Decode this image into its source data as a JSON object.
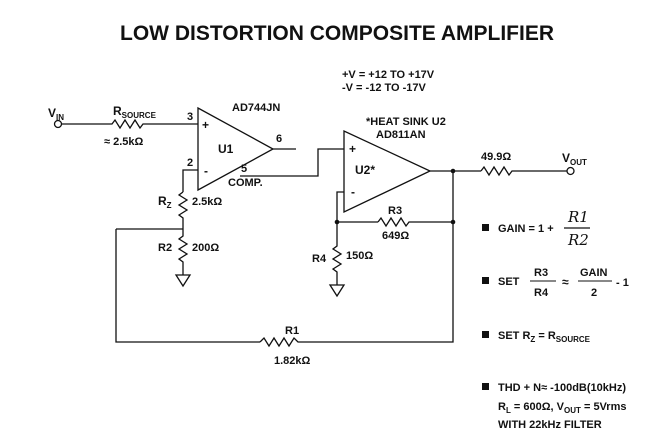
{
  "title": "LOW DISTORTION COMPOSITE AMPLIFIER",
  "supply": {
    "pos": "+V = +12 TO +17V",
    "neg": "-V = -12 TO -17V"
  },
  "input": {
    "v": "V",
    "v_sub": "IN",
    "rsource_r": "R",
    "rsource_sub": "SOURCE",
    "rsource_value": "≈ 2.5kΩ"
  },
  "u1": {
    "part": "AD744JN",
    "name": "U1",
    "pin_in_plus": "3",
    "pin_in_minus": "2",
    "pin_out": "6",
    "pin_comp": "5",
    "comp_label": "COMP.",
    "plus": "+",
    "minus": "-"
  },
  "u2": {
    "heat_sink_note": "*HEAT SINK U2",
    "part": "AD811AN",
    "name": "U2*",
    "plus": "+",
    "minus": "-"
  },
  "resistors": {
    "rz_r": "R",
    "rz_sub": "Z",
    "rz_value": "2.5kΩ",
    "r2_name": "R2",
    "r2_value": "200Ω",
    "r3_name": "R3",
    "r3_value": "649Ω",
    "r4_name": "R4",
    "r4_value": "150Ω",
    "r1_name": "R1",
    "r1_value": "1.82kΩ",
    "rout_value": "49.9Ω"
  },
  "output": {
    "v": "V",
    "v_sub": "OUT"
  },
  "notes": {
    "gain_prefix": "GAIN = 1 +",
    "gain_num": "R1",
    "gain_den": "R2",
    "set1_label": "SET",
    "set1_num": "R3",
    "set1_den": "R4",
    "set1_approx": "≈",
    "set1_gain": "GAIN",
    "set1_two": "2",
    "set1_tail": "- 1",
    "set2_prefix": "SET R",
    "set2_sub1": "Z",
    "set2_mid": " = R",
    "set2_sub2": "SOURCE",
    "thd": "THD + N≈ -100dB(10kHz)",
    "rl_r": "R",
    "rl_sub": "L",
    "rl_mid": " = 600Ω, V",
    "rl_sub2": "OUT",
    "rl_tail": " = 5Vrms",
    "filter": "WITH 22kHz FILTER"
  }
}
